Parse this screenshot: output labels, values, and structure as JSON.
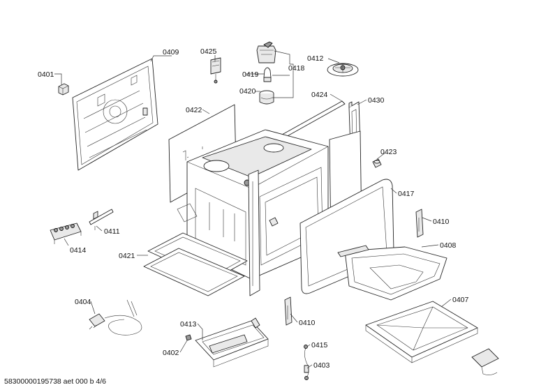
{
  "labels": {
    "p0401": "0401",
    "p0409": "0409",
    "p0425": "0425",
    "p0419": "0419",
    "p0418": "0418",
    "p0420": "0420",
    "p0412": "0412",
    "p0424": "0424",
    "p0430": "0430",
    "p0422": "0422",
    "p0423": "0423",
    "p0417": "0417",
    "p0411": "0411",
    "p0410a": "0410",
    "p0414": "0414",
    "p0421": "0421",
    "p0408": "0408",
    "p0404": "0404",
    "p0407": "0407",
    "p0413": "0413",
    "p0410b": "0410",
    "p0402": "0402",
    "p0415": "0415",
    "p0403": "0403"
  },
  "footer": "58300000195738 aet 000 b 4/6"
}
